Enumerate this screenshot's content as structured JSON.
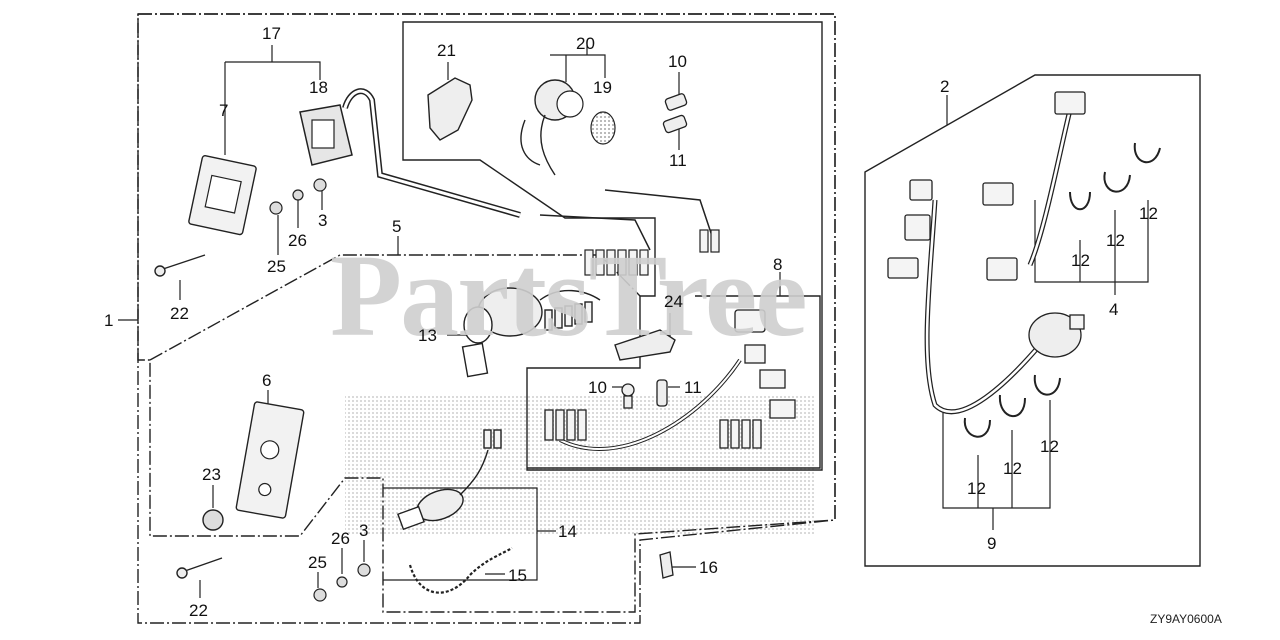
{
  "watermark": "PartsTree",
  "diagram_code": "ZY9AY0600A",
  "part_numbers": {
    "p1": "1",
    "p2": "2",
    "p3a": "3",
    "p3b": "3",
    "p4": "4",
    "p5": "5",
    "p6": "6",
    "p7": "7",
    "p8": "8",
    "p9": "9",
    "p10a": "10",
    "p10b": "10",
    "p11a": "11",
    "p11b": "11",
    "p12a": "12",
    "p12b": "12",
    "p12c": "12",
    "p12d": "12",
    "p12e": "12",
    "p12f": "12",
    "p13": "13",
    "p14": "14",
    "p15": "15",
    "p16": "16",
    "p17": "17",
    "p18": "18",
    "p19": "19",
    "p20": "20",
    "p21": "21",
    "p22a": "22",
    "p22b": "22",
    "p23": "23",
    "p24": "24",
    "p25a": "25",
    "p25b": "25",
    "p26a": "26",
    "p26b": "26"
  }
}
